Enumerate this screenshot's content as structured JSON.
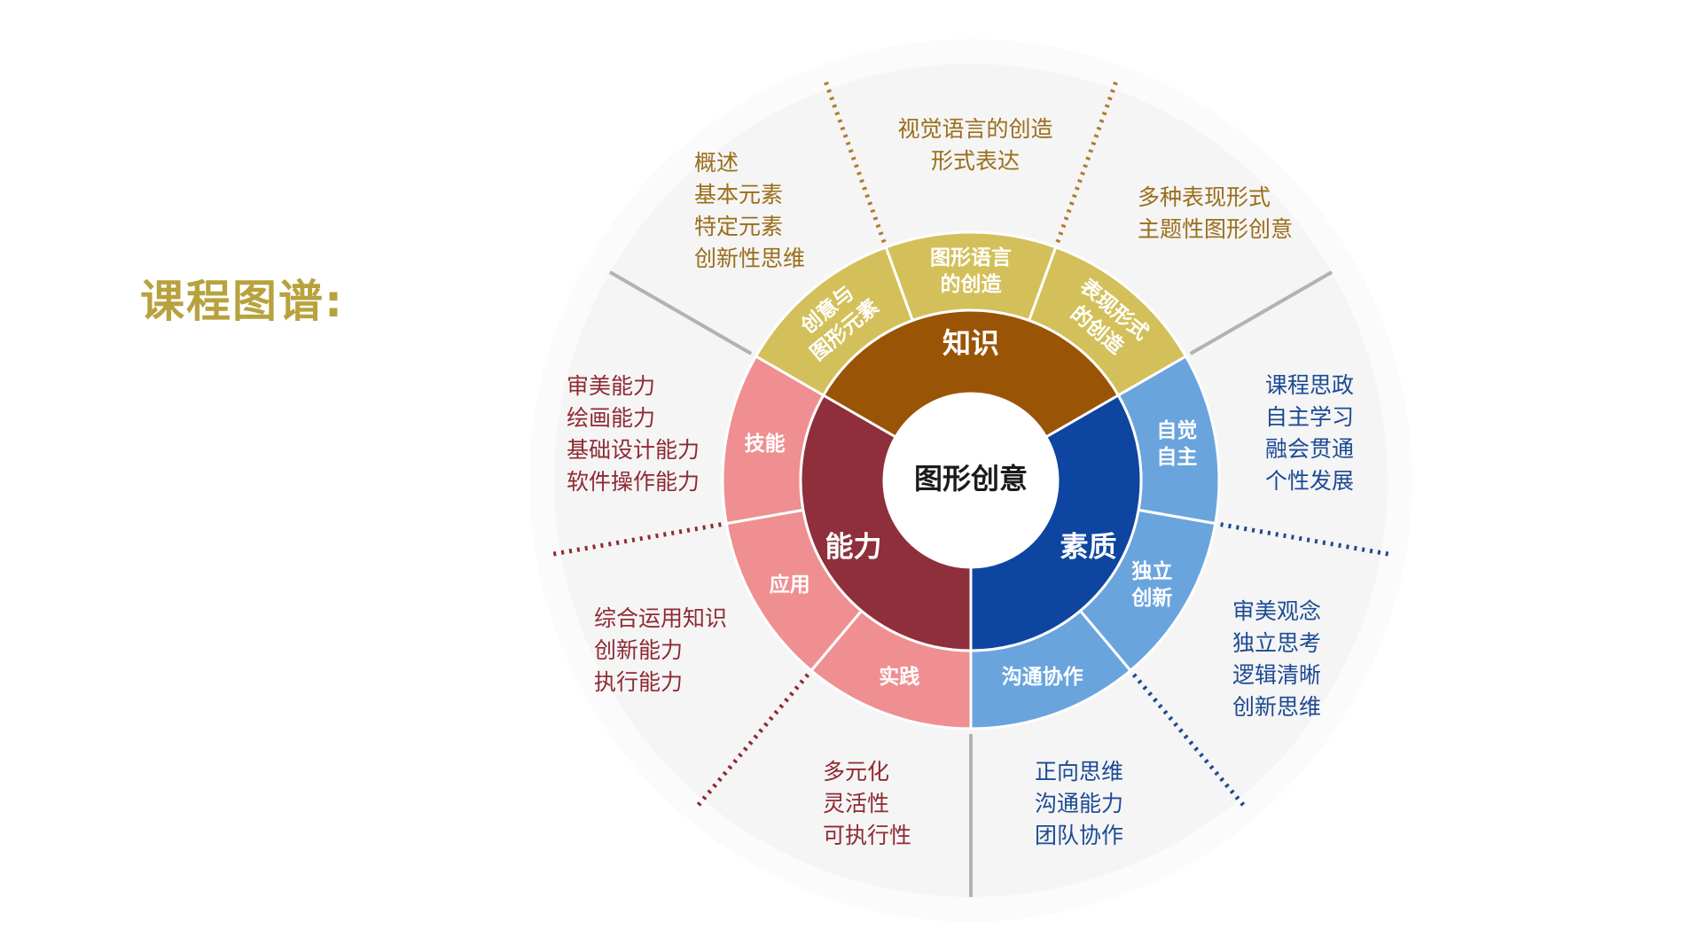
{
  "title": "课程图谱:",
  "center": "图形创意",
  "mid_ring": [
    {
      "label": "知识",
      "color": "#9a5406"
    },
    {
      "label": "素质",
      "color": "#0e45a0"
    },
    {
      "label": "能力",
      "color": "#8e2f3b"
    }
  ],
  "outer_ring": [
    {
      "label": "创意与\n图形元素",
      "color": "#d3c05a"
    },
    {
      "label": "图形语言\n的创造",
      "color": "#d3c05a"
    },
    {
      "label": "表现形式\n的创造",
      "color": "#d3c05a"
    },
    {
      "label": "自觉\n自主",
      "color": "#6aa4dd"
    },
    {
      "label": "独立\n创新",
      "color": "#6aa4dd"
    },
    {
      "label": "沟通协作",
      "color": "#6aa4dd"
    },
    {
      "label": "实践",
      "color": "#ef8f91"
    },
    {
      "label": "应用",
      "color": "#ef8f91"
    },
    {
      "label": "技能",
      "color": "#ef8f91"
    }
  ],
  "annotations": {
    "top_left": [
      "概述",
      "基本元素",
      "特定元素",
      "创新性思维"
    ],
    "top": [
      "视觉语言的创造",
      "形式表达"
    ],
    "top_right": [
      "多种表现形式",
      "主题性图形创意"
    ],
    "right_upper": [
      "课程思政",
      "自主学习",
      "融会贯通",
      "个性发展"
    ],
    "right_lower": [
      "审美观念",
      "独立思考",
      "逻辑清晰",
      "创新思维"
    ],
    "bottom_right": [
      "正向思维",
      "沟通能力",
      "团队协作"
    ],
    "bottom_left": [
      "多元化",
      "灵活性",
      "可执行性"
    ],
    "left_lower": [
      "综合运用知识",
      "创新能力",
      "执行能力"
    ],
    "left_upper": [
      "审美能力",
      "绘画能力",
      "基础设计能力",
      "软件操作能力"
    ]
  },
  "colors": {
    "title": "#b8a23e",
    "gold_dots": "#b07c2a",
    "red_dots": "#8f2a34",
    "blue_dots": "#1d4a94",
    "grey_line": "#b2b2b2"
  }
}
